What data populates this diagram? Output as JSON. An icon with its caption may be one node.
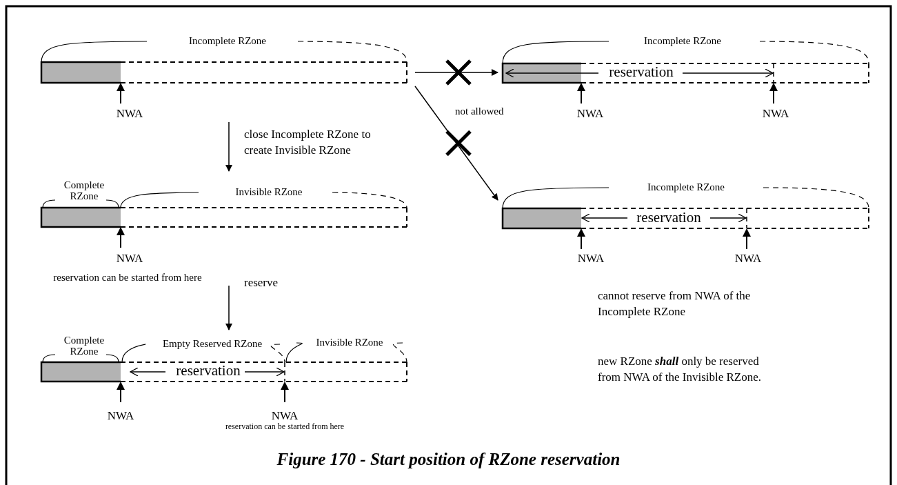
{
  "diagram": {
    "caption": "Figure 170 - Start position of RZone reservation",
    "nodes": [
      {
        "text": [
          "Incomplete RZone",
          "NWA"
        ]
      },
      {
        "text": [
          "Incomplete RZone",
          "reservation",
          "NWA",
          "NWA"
        ]
      },
      {
        "text": [
          "Complete RZone",
          "Invisible RZone",
          "NWA",
          "reservation can be started from here"
        ]
      },
      {
        "text": [
          "Incomplete RZone",
          "reservation",
          "NWA",
          "NWA"
        ]
      },
      {
        "text": [
          "Complete RZone",
          "Empty Reserved RZone",
          "Invisible RZone",
          "reservation",
          "NWA",
          "NWA",
          "reservation can be started from here"
        ]
      }
    ],
    "edges": [
      {
        "from": 0,
        "to": 2,
        "arrow": "to",
        "label": "close Incomplete RZone to create Invisible RZone"
      },
      {
        "from": 0,
        "to": 1,
        "arrow": "to"
      },
      {
        "from": 0,
        "to": 3,
        "arrow": "to"
      },
      {
        "from": 2,
        "to": 4,
        "arrow": "to",
        "label": "reserve"
      }
    ],
    "labels": [
      "not allowed",
      "cannot reserve from NWA of the Incomplete RZone",
      "new RZone **shall** only be reserved from NWA of the Invisible RZone."
    ]
  }
}
